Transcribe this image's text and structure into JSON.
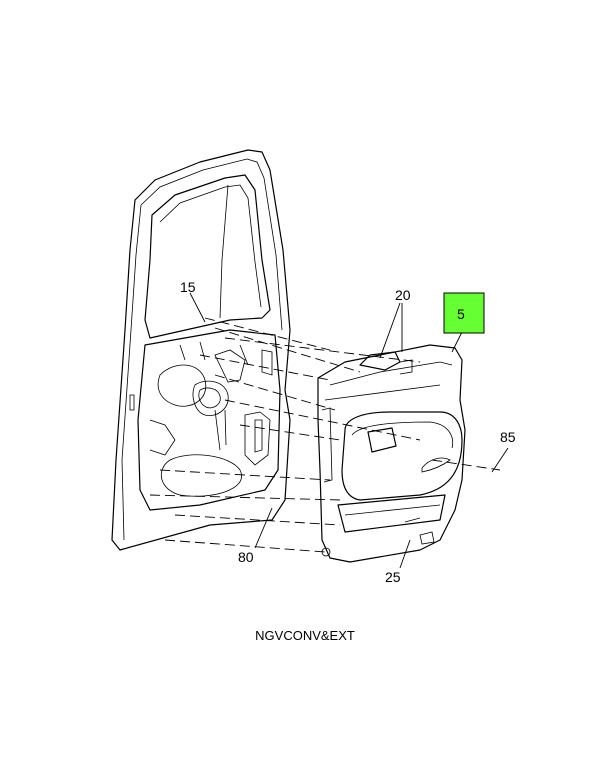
{
  "callouts": {
    "c15": "15",
    "c20": "20",
    "c5": "5",
    "c85": "85",
    "c80": "80",
    "c25": "25"
  },
  "caption": "NGVCONV&EXT",
  "colors": {
    "highlight": "#66ff33",
    "line": "#000000",
    "background": "#ffffff"
  }
}
